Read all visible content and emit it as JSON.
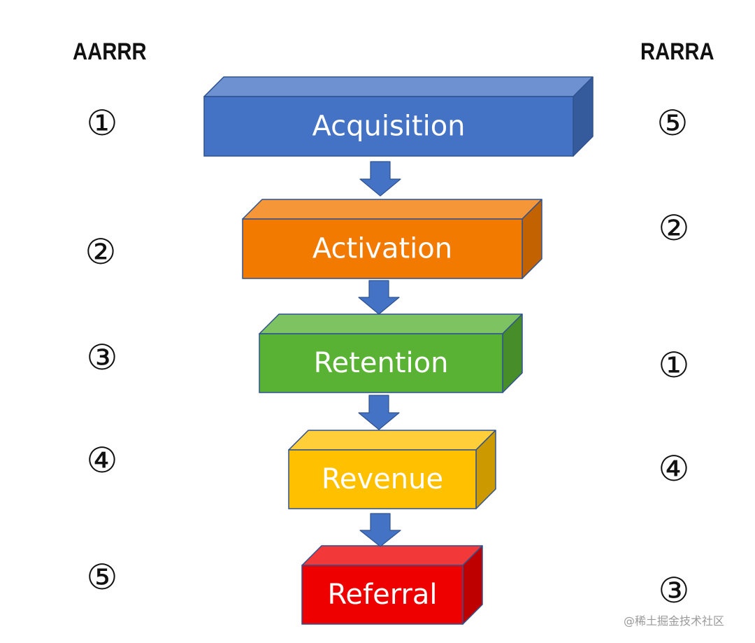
{
  "headers": {
    "left": "AARRR",
    "right": "RARRA"
  },
  "stages": [
    {
      "label": "Acquisition",
      "aarrr_order": "①",
      "rarra_order": "⑤",
      "color": "#4472C4"
    },
    {
      "label": "Activation",
      "aarrr_order": "②",
      "rarra_order": "②",
      "color": "#F27A00"
    },
    {
      "label": "Retention",
      "aarrr_order": "③",
      "rarra_order": "①",
      "color": "#59B234"
    },
    {
      "label": "Revenue",
      "aarrr_order": "④",
      "rarra_order": "④",
      "color": "#FFC000"
    },
    {
      "label": "Referral",
      "aarrr_order": "⑤",
      "rarra_order": "③",
      "color": "#EE0000"
    }
  ],
  "arrow_color": "#4472C4",
  "watermark": "@稀土掘金技术社区"
}
